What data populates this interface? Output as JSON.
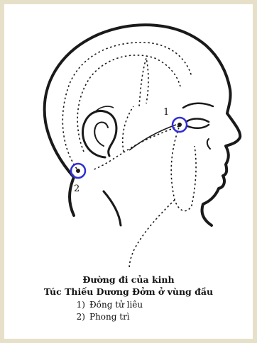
{
  "points": [
    {
      "marker": "1",
      "name": "Đồng tử liêu"
    },
    {
      "marker": "2",
      "name": "Phong trì"
    }
  ],
  "caption": {
    "title": "Đường đi của kinh",
    "subtitle": "Túc Thiếu Dương Đởm ở vùng đầu"
  },
  "list": [
    {
      "number": "1)",
      "label": "Đồng tử liêu"
    },
    {
      "number": "2)",
      "label": "Phong trì"
    }
  ],
  "colors": {
    "highlight": "#2f2fd6",
    "line": "#1a1a1a",
    "frame": "#e7e0c9"
  }
}
